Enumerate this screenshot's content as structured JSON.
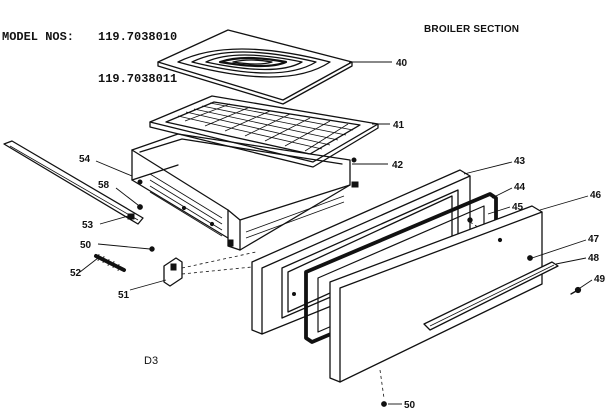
{
  "header": {
    "model_label": "MODEL NOS:",
    "model_numbers": [
      "119.7038010",
      "119.7038011"
    ],
    "section_title": "BROILER SECTION"
  },
  "figure_code": "D3",
  "callouts": [
    {
      "id": "c40",
      "label": "40"
    },
    {
      "id": "c41",
      "label": "41"
    },
    {
      "id": "c42",
      "label": "42"
    },
    {
      "id": "c43",
      "label": "43"
    },
    {
      "id": "c44",
      "label": "44"
    },
    {
      "id": "c45",
      "label": "45"
    },
    {
      "id": "c46",
      "label": "46"
    },
    {
      "id": "c47",
      "label": "47"
    },
    {
      "id": "c48",
      "label": "48"
    },
    {
      "id": "c49",
      "label": "49"
    },
    {
      "id": "c50a",
      "label": "50"
    },
    {
      "id": "c51",
      "label": "51"
    },
    {
      "id": "c52",
      "label": "52"
    },
    {
      "id": "c53",
      "label": "53"
    },
    {
      "id": "c54",
      "label": "54"
    },
    {
      "id": "c58",
      "label": "58"
    },
    {
      "id": "c50b",
      "label": "50"
    }
  ]
}
